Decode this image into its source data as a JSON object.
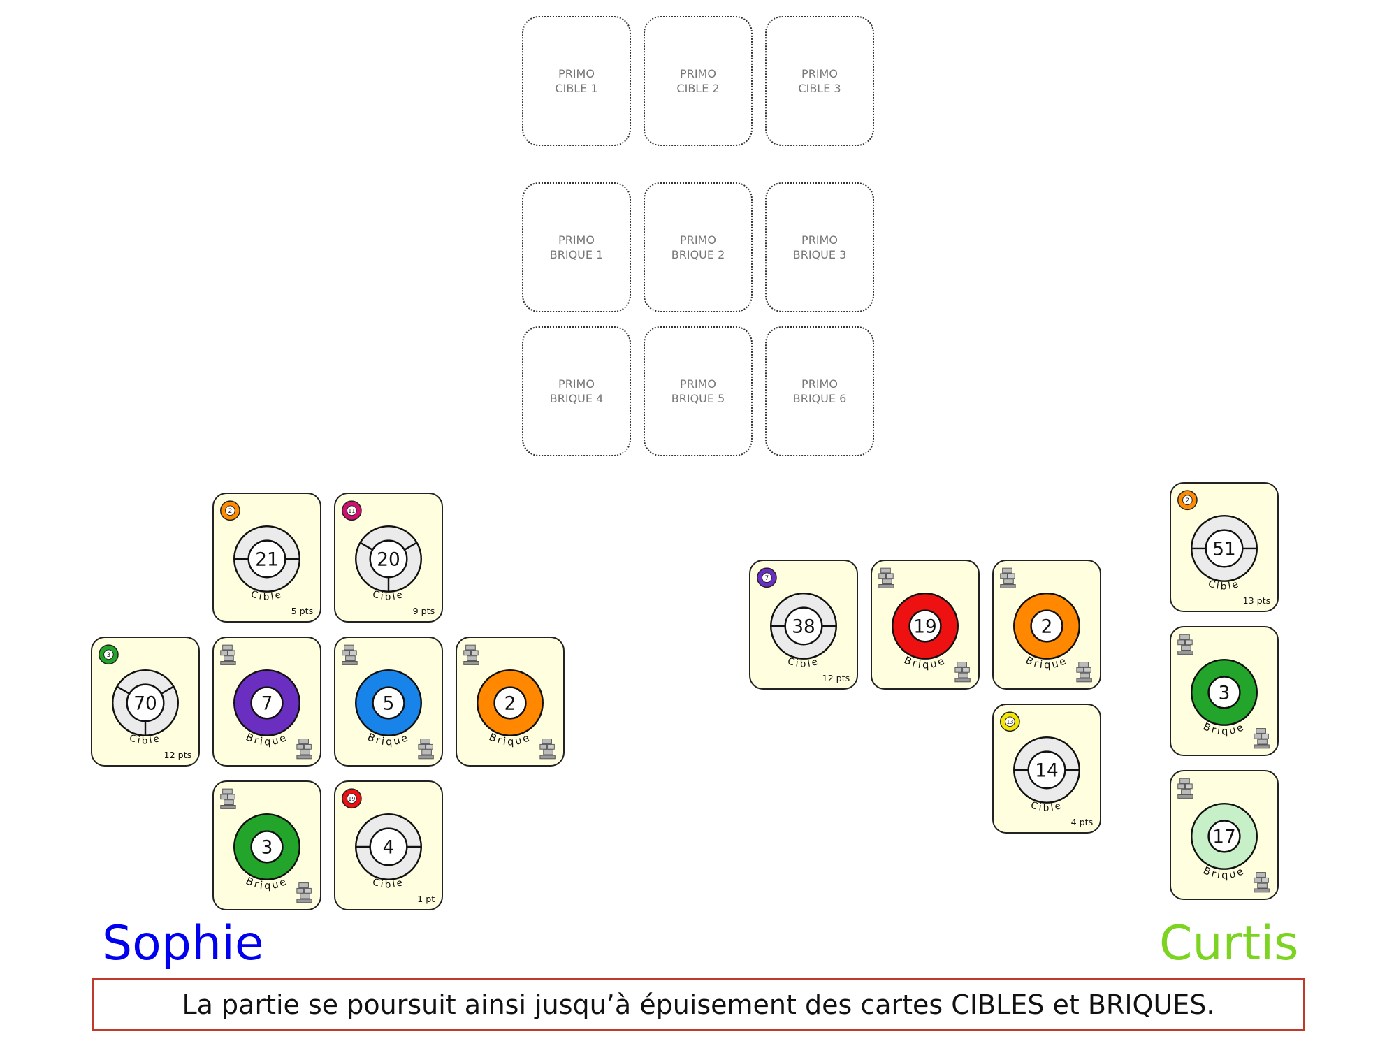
{
  "center_slots": [
    {
      "line1": "PRIMO",
      "line2": "CIBLE 1"
    },
    {
      "line1": "PRIMO",
      "line2": "CIBLE 2"
    },
    {
      "line1": "PRIMO",
      "line2": "CIBLE 3"
    },
    {
      "line1": "PRIMO",
      "line2": "BRIQUE 1"
    },
    {
      "line1": "PRIMO",
      "line2": "BRIQUE 2"
    },
    {
      "line1": "PRIMO",
      "line2": "BRIQUE 3"
    },
    {
      "line1": "PRIMO",
      "line2": "BRIQUE 4"
    },
    {
      "line1": "PRIMO",
      "line2": "BRIQUE 5"
    },
    {
      "line1": "PRIMO",
      "line2": "BRIQUE 6"
    }
  ],
  "players": {
    "sophie": {
      "name": "Sophie",
      "color": "#0000ee",
      "cards": [
        {
          "kind": "cible",
          "number": "21",
          "sections": 2,
          "badge": "2",
          "badge_color": "#ff8c00",
          "label": "Cible",
          "points": "5 pts"
        },
        {
          "kind": "cible",
          "number": "20",
          "sections": 3,
          "badge": "11",
          "badge_color": "#d0106e",
          "label": "Cible",
          "points": "9 pts"
        },
        {
          "kind": "cible",
          "number": "70",
          "sections": 3,
          "badge": "3",
          "badge_color": "#22a52a",
          "label": "Cible",
          "points": "12 pts"
        },
        {
          "kind": "brique",
          "number": "7",
          "color": "#6a2fc0",
          "label": "Brique"
        },
        {
          "kind": "brique",
          "number": "5",
          "color": "#1884ea",
          "label": "Brique"
        },
        {
          "kind": "brique",
          "number": "2",
          "color": "#ff8800",
          "label": "Brique"
        },
        {
          "kind": "brique",
          "number": "3",
          "color": "#22a52a",
          "label": "Brique"
        },
        {
          "kind": "cible",
          "number": "4",
          "sections": 2,
          "badge": "19",
          "badge_color": "#ee1111",
          "label": "Cible",
          "points": "1 pt"
        }
      ]
    },
    "curtis": {
      "name": "Curtis",
      "color": "#7cd321",
      "cards": [
        {
          "kind": "cible",
          "number": "38",
          "sections": 2,
          "badge": "7",
          "badge_color": "#6a2fc0",
          "label": "Cible",
          "points": "12 pts"
        },
        {
          "kind": "brique",
          "number": "19",
          "color": "#ee1111",
          "label": "Brique"
        },
        {
          "kind": "brique",
          "number": "2",
          "color": "#ff8800",
          "label": "Brique"
        },
        {
          "kind": "cible",
          "number": "14",
          "sections": 2,
          "badge": "13",
          "badge_color": "#f5e600",
          "label": "Cible",
          "points": "4 pts"
        },
        {
          "kind": "cible",
          "number": "51",
          "sections": 2,
          "badge": "2",
          "badge_color": "#ff8c00",
          "label": "Cible",
          "points": "13 pts"
        },
        {
          "kind": "brique",
          "number": "3",
          "color": "#22a52a",
          "label": "Brique"
        },
        {
          "kind": "brique",
          "number": "17",
          "color": "#c8f0c8",
          "label": "Brique"
        }
      ]
    }
  },
  "caption": "La partie se poursuit ainsi jusqu’à épuisement des cartes CIBLES et BRIQUES.",
  "caption_border_color": "#c0392b"
}
